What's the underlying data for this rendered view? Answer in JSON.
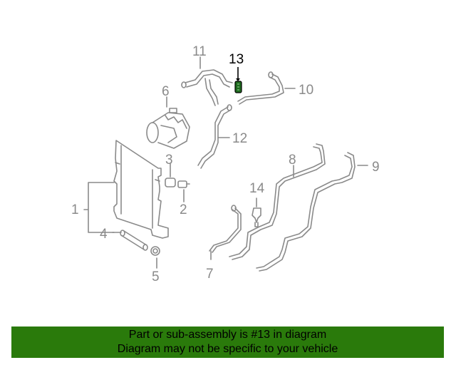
{
  "callouts": {
    "c1": "1",
    "c2": "2",
    "c3": "3",
    "c4": "4",
    "c5": "5",
    "c6": "6",
    "c7": "7",
    "c8": "8",
    "c9": "9",
    "c10": "10",
    "c11": "11",
    "c12": "12",
    "c13": "13",
    "c14": "14"
  },
  "highlighted_part": "13",
  "colors": {
    "part_line": "#8a8a8a",
    "highlight": "#000000",
    "highlight_part": "#1f6b1f",
    "banner_bg": "#2a7a0b"
  },
  "banner": {
    "line1": "Part or sub-assembly is #13 in diagram",
    "line2": "Diagram may not be specific to your vehicle"
  }
}
